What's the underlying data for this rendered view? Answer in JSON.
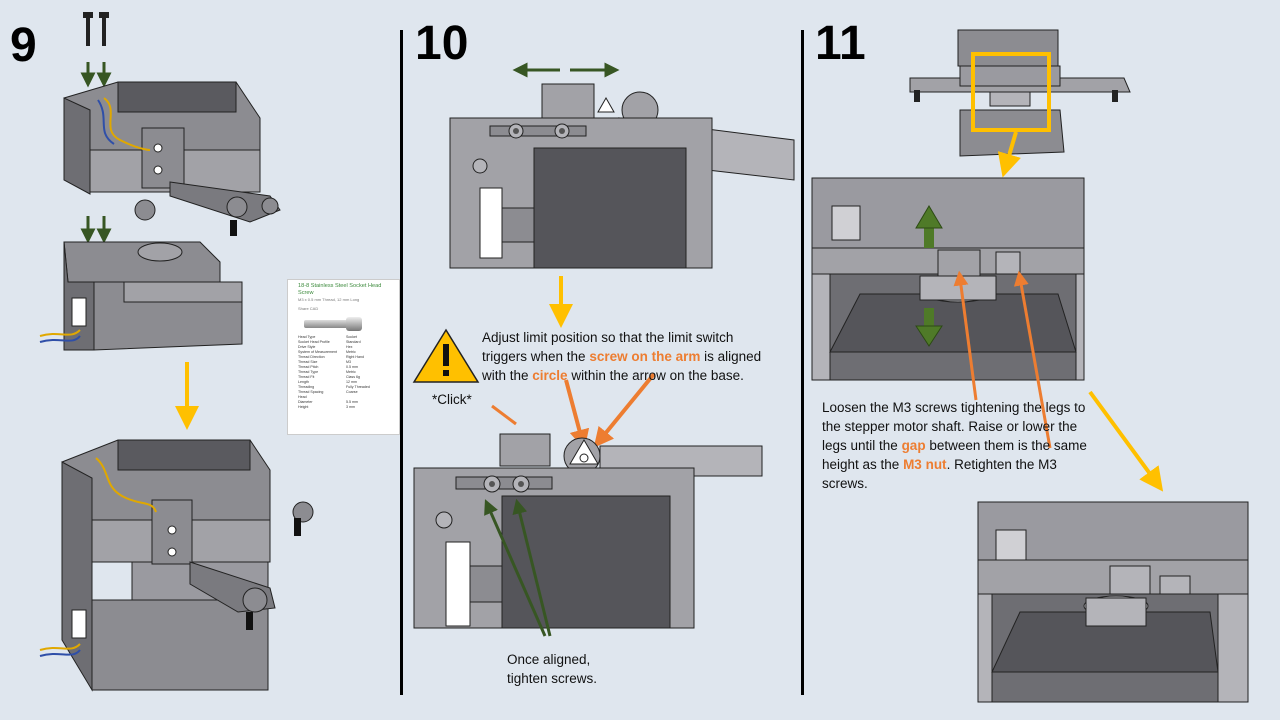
{
  "steps": {
    "s9": {
      "number": "9"
    },
    "s10": {
      "number": "10",
      "instruction": {
        "before_1": "Adjust limit position so that the limit switch triggers when the ",
        "hl_1": "screw on the arm",
        "mid_1": " is aligned with the ",
        "hl_2": "circle",
        "after_1": " within the arrow on the base."
      },
      "click_label": "*Click*",
      "aligned_line1": "Once aligned,",
      "aligned_line2": "tighten screws."
    },
    "s11": {
      "number": "11",
      "instruction": {
        "before_1": "Loosen the M3 screws tightening the legs to the stepper motor shaft. Raise or lower the legs until the ",
        "hl_1": "gap",
        "mid_1": " between them is the same height as the ",
        "hl_2": "M3 nut",
        "after_1": ". Retighten the M3 screws."
      }
    }
  },
  "spec_card": {
    "title": "18-8 Stainless Steel Socket Head Screw",
    "subtitle": "M3 x 0.5 mm Thread, 12 mm Long",
    "actions": "Share   CAD",
    "rows": [
      [
        "Head Type",
        "Socket"
      ],
      [
        "Socket Head Profile",
        "Standard"
      ],
      [
        "Drive Style",
        "Hex"
      ],
      [
        "System of Measurement",
        "Metric"
      ],
      [
        "Thread Direction",
        "Right Hand"
      ],
      [
        "Thread Size",
        "M3"
      ],
      [
        "Thread Pitch",
        "0.5 mm"
      ],
      [
        "Thread Type",
        "Metric"
      ],
      [
        "Thread Fit",
        "Class 6g"
      ],
      [
        "Length",
        "12 mm"
      ],
      [
        "Threading",
        "Fully Threaded"
      ],
      [
        "Thread Spacing",
        "Coarse"
      ],
      [
        "Head",
        ""
      ],
      [
        "Diameter",
        "5.5 mm"
      ],
      [
        "Height",
        "3 mm"
      ]
    ]
  },
  "colors": {
    "background": "#dfe6ee",
    "highlight": "#ed7d31",
    "arrow_yellow": "#ffc000",
    "arrow_green": "#375623",
    "part_gray": "#8c8c91",
    "part_dark": "#5a5a5f"
  },
  "icons": [
    "warning-icon",
    "arrow-down-icon",
    "arrow-left-right-icon"
  ]
}
